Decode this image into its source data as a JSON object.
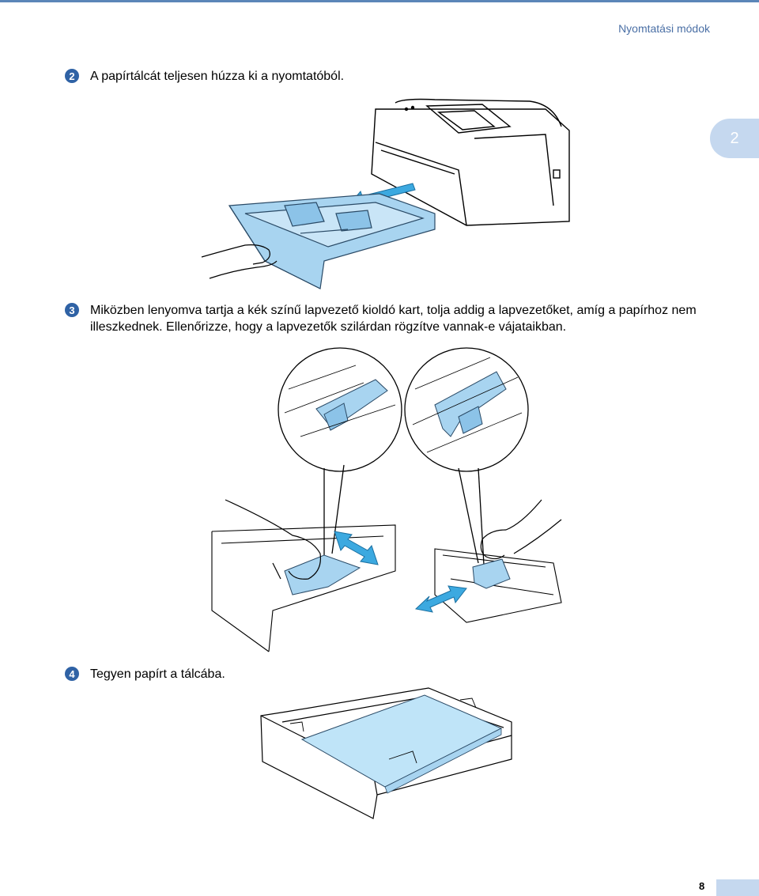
{
  "header": {
    "section_title": "Nyomtatási módok"
  },
  "chapter_tab": {
    "number": "2"
  },
  "steps": [
    {
      "number": "2",
      "text": "A papírtálcát teljesen húzza ki a nyomtatóból."
    },
    {
      "number": "3",
      "text": "Miközben lenyomva tartja a kék színű lapvezető kioldó kart, tolja addig a lapvezetőket, amíg a papírhoz nem illeszkednek. Ellenőrizze, hogy a lapvezetők szilárdan rögzítve vannak-e vájataikban."
    },
    {
      "number": "4",
      "text": "Tegyen papírt a tálcába."
    }
  ],
  "footer": {
    "page_number": "8"
  },
  "colors": {
    "accent": "#2f62a5",
    "tab": "#c5d8ef",
    "guide_blue": "#a8d4f0",
    "arrow_blue": "#3ca9e0"
  }
}
